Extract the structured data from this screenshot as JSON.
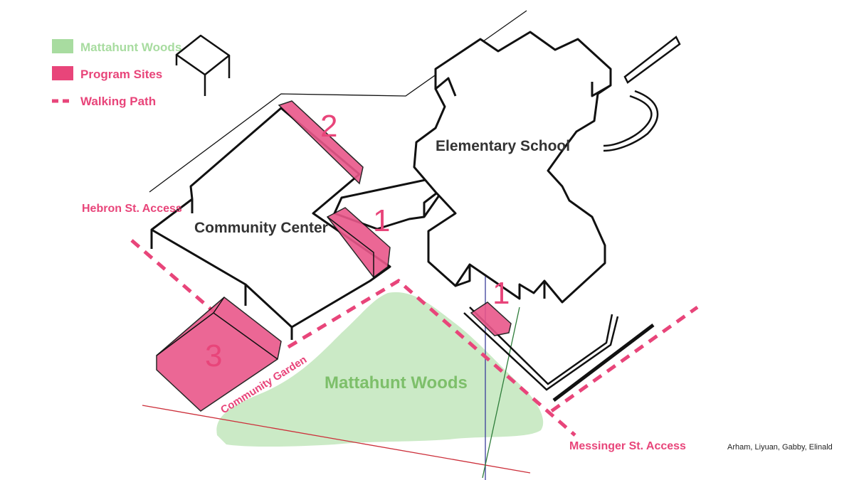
{
  "legend": {
    "items": [
      {
        "label": "Mattahunt Woods",
        "color": "#a8dca0",
        "kind": "swatch"
      },
      {
        "label": "Program Sites",
        "color": "#e8457a",
        "kind": "swatch"
      },
      {
        "label": "Walking Path",
        "color": "#e8457a",
        "kind": "dashed-line"
      }
    ]
  },
  "buildings": {
    "elementary_school": "Elementary School",
    "community_center": "Community Center"
  },
  "area": {
    "woods": "Mattahunt Woods",
    "garden": "Community Garden"
  },
  "access": {
    "hebron": "Hebron St. Access",
    "messinger": "Messinger St. Access"
  },
  "sites": {
    "site_1a": "1",
    "site_1b": "1",
    "site_2": "2",
    "site_3": "3"
  },
  "credit": "Arham, Liyuan, Gabby, Elinald",
  "colors": {
    "pink": "#e8457a",
    "pink_fill": "#e9578a",
    "green": "#a8dca0",
    "green_text": "#7dbf6a",
    "outline": "#111111",
    "red_line": "#cc2f3a",
    "blue_line": "#3b3f9a",
    "green_line": "#2e7d3a"
  }
}
